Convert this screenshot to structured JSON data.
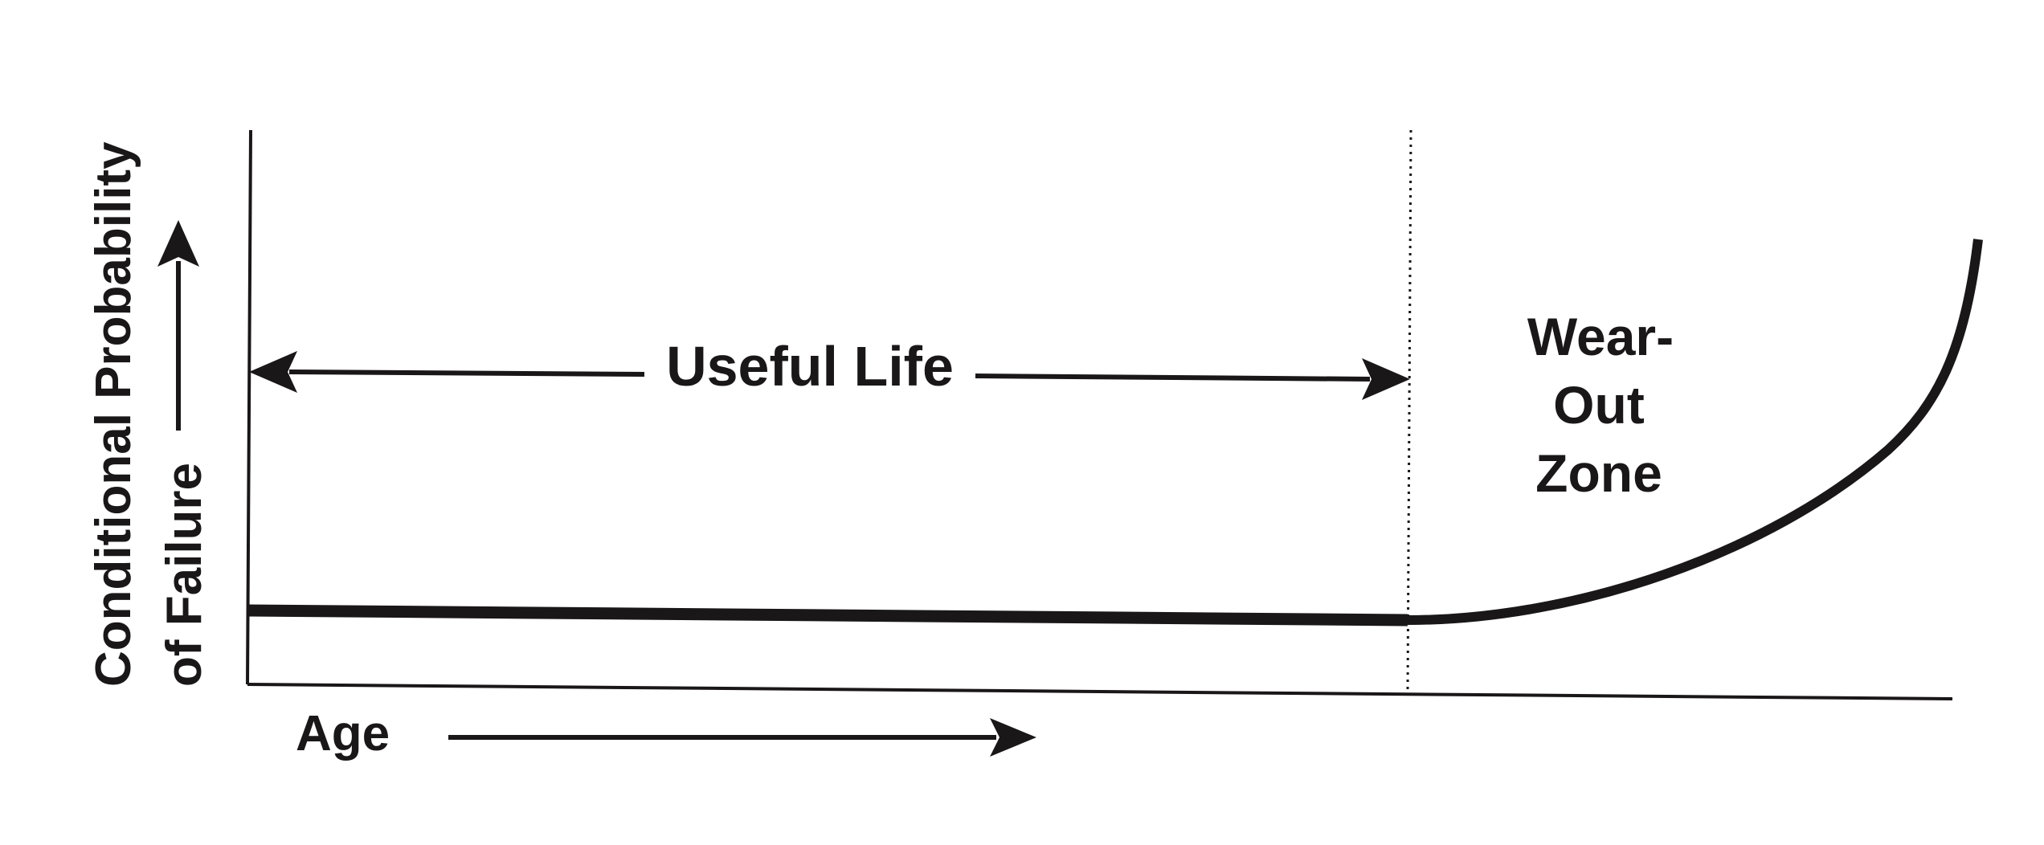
{
  "diagram": {
    "y_axis_label": {
      "line1": "Conditional Probability",
      "line2": "of Failure"
    },
    "x_axis_label": "Age",
    "useful_life_label": "Useful Life",
    "wear_out_label": {
      "line1": "Wear-",
      "line2": "Out",
      "line3": "Zone"
    },
    "colors": {
      "ink": "#1a1718",
      "background": "#ffffff"
    }
  }
}
